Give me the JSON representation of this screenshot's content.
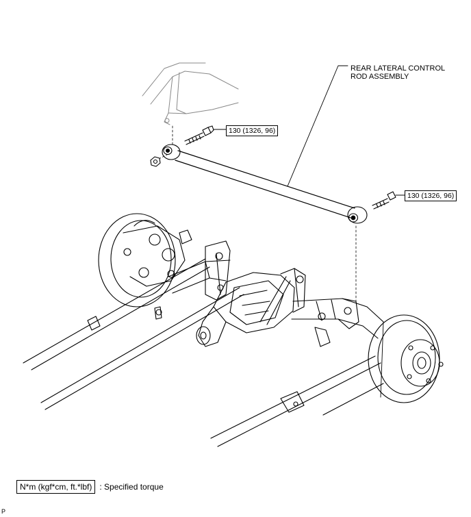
{
  "callout": {
    "line1": "REAR LATERAL CONTROL",
    "line2": "ROD ASSEMBLY"
  },
  "torque": {
    "left": "130 (1326, 96)",
    "right": "130 (1326, 96)"
  },
  "legend": {
    "unit": "N*m (kgf*cm, ft.*lbf)",
    "description": ": Specified torque"
  },
  "corner_mark": "P"
}
